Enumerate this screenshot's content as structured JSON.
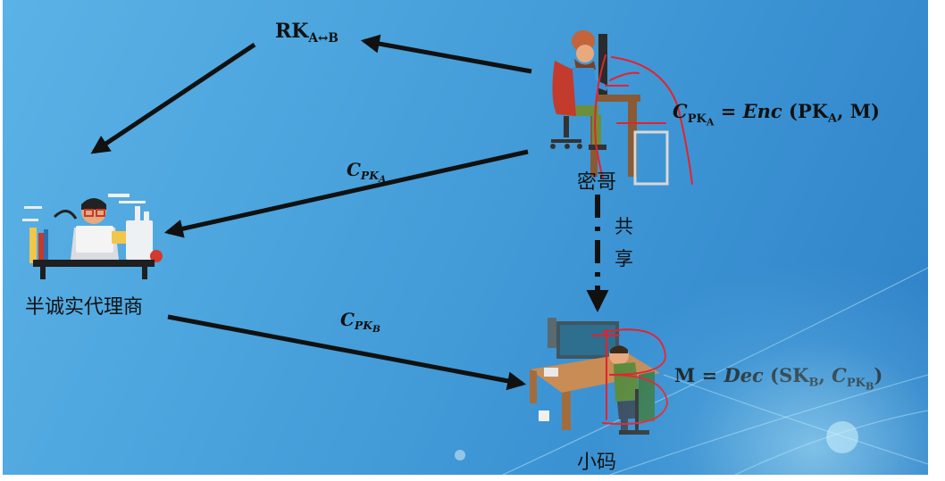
{
  "nodes": {
    "agent": "半诚实代理商",
    "alice": "密哥",
    "bob": "小码"
  },
  "edges": {
    "rekey": {
      "base": "RK",
      "sub": "A↔B"
    },
    "c_pka": {
      "base": "C",
      "sub": "PK",
      "subsub": "A"
    },
    "c_pkb": {
      "base": "C",
      "sub": "PK",
      "subsub": "B"
    },
    "share_1": "共",
    "share_2": "享"
  },
  "equations": {
    "enc": {
      "lhs_base": "C",
      "lhs_sub": "PK",
      "lhs_subsub": "A",
      "eq": "=",
      "fn": "Enc",
      "arg1_base": "PK",
      "arg1_sub": "A",
      "arg2": "M"
    },
    "dec": {
      "lhs": "M",
      "eq": "=",
      "fn": "Dec",
      "arg1_base": "SK",
      "arg1_sub": "B",
      "arg2_base": "C",
      "arg2_sub": "PK",
      "arg2_subsub": "B"
    }
  },
  "colors": {
    "arrow": "#111111",
    "annotation": "#e8202a",
    "background": "#4aa3dc"
  },
  "icons": [
    "developer-at-desk-icon",
    "person-at-laptop-icon",
    "person-at-workstation-icon"
  ]
}
